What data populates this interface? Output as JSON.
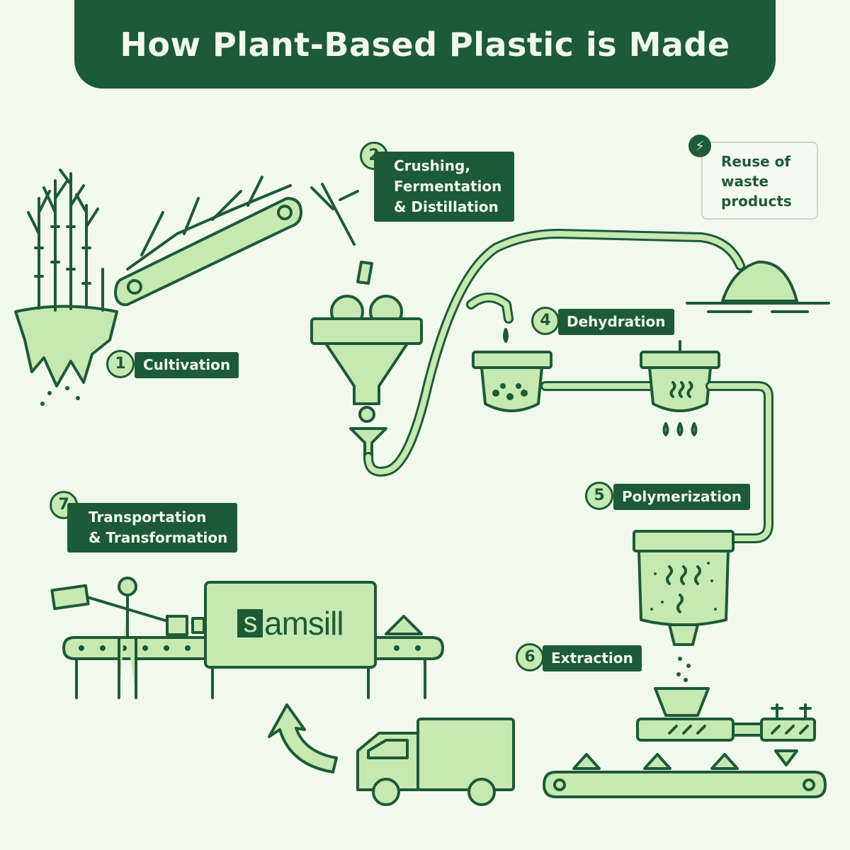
{
  "title": "How Plant-Based Plastic is Made",
  "steps": [
    {
      "number": "1",
      "label": "Cultivation"
    },
    {
      "number": "2",
      "label": "Crushing,\nFermentation\n& Distillation"
    },
    {
      "number": "4",
      "label": "Dehydration"
    },
    {
      "number": "5",
      "label": "Polymerization"
    },
    {
      "number": "6",
      "label": "Extraction"
    },
    {
      "number": "7",
      "label": "Transportation\n& Transformation"
    }
  ],
  "reuse": {
    "label": "Reuse of\nwaste\nproducts",
    "icon": "lightning-bolt-icon"
  },
  "brand": {
    "logo_letter": "s",
    "name": "amsill"
  },
  "colors": {
    "dark_green": "#1d5a37",
    "light_green": "#c6e9b2",
    "background": "#f1f9ec"
  }
}
